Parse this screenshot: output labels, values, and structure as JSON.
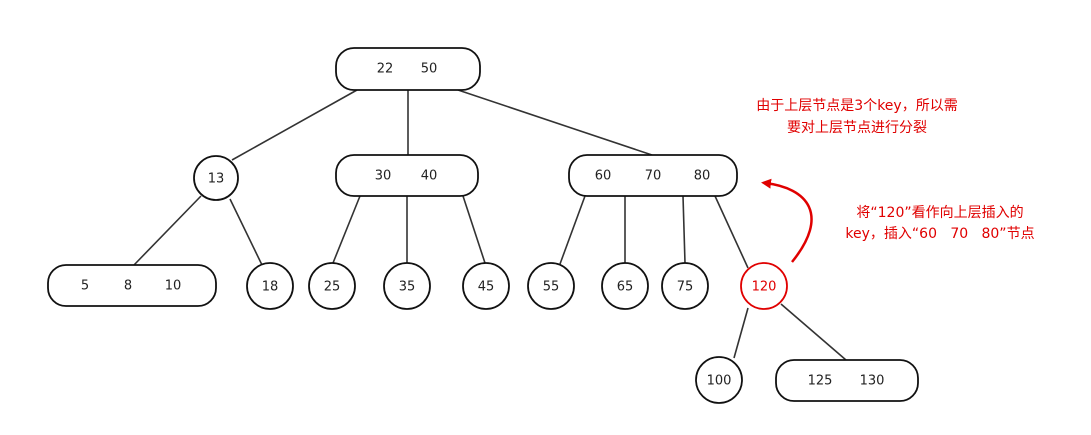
{
  "tree": {
    "root": [
      "22",
      "50"
    ],
    "level1": {
      "left": [
        "13"
      ],
      "middle": [
        "30",
        "40"
      ],
      "right": [
        "60",
        "70",
        "80"
      ]
    },
    "level2": {
      "n_5_8_10": [
        "5",
        "8",
        "10"
      ],
      "n_18": "18",
      "n_25": "25",
      "n_35": "35",
      "n_45": "45",
      "n_55": "55",
      "n_65": "65",
      "n_75": "75",
      "n_120": "120"
    },
    "level3": {
      "n_100": "100",
      "n_125_130": [
        "125",
        "130"
      ]
    }
  },
  "annotations": {
    "split_note": [
      "由于上层节点是3个key，所以需",
      "要对上层节点进行分裂"
    ],
    "insert_note": [
      "将“120”看作向上层插入的",
      "key，插入“60   70   80”节点"
    ]
  },
  "colors": {
    "highlight": "#e00000",
    "stroke": "#111111"
  }
}
